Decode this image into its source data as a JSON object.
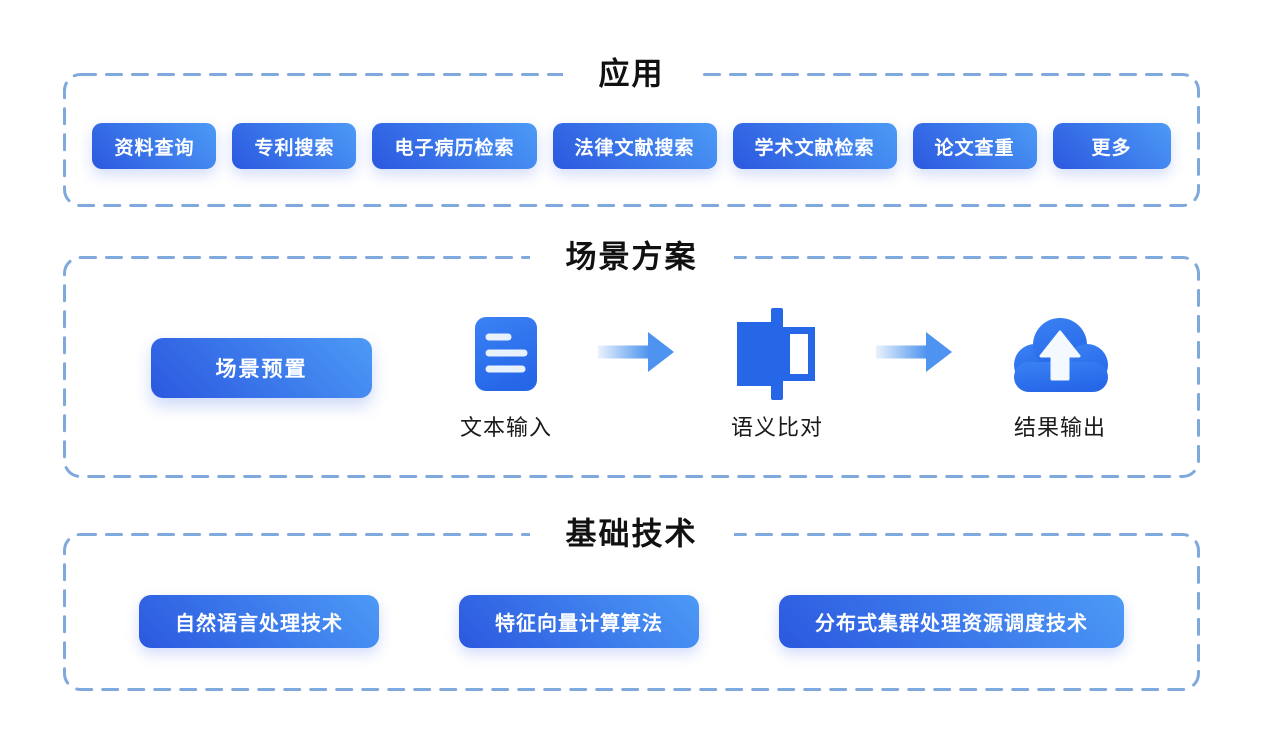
{
  "theme": {
    "dash_border": "#7FA8DC",
    "btn_grad_light": "#4C9AF6",
    "btn_grad_dark": "#2B58DF",
    "btn_text": "#FFFFFF",
    "title_color": "#111111",
    "label_color": "#1A1A1A",
    "icon_blue": "#2667E8",
    "icon_blue_2": "#3B82F4",
    "arrow_blue": "#4D93EF",
    "arrow_fade": "#EAF2FC",
    "bg": "#FFFFFF"
  },
  "sections": [
    {
      "id": "application",
      "title": "应用",
      "buttons": [
        "资料查询",
        "专利搜索",
        "电子病历检索",
        "法律文献搜索",
        "学术文献检索",
        "论文查重",
        "更多"
      ]
    },
    {
      "id": "scenario",
      "title": "场景方案",
      "preset_button": "场景预置",
      "flow": [
        {
          "icon": "document-lines-icon",
          "label": "文本输入"
        },
        {
          "icon": "compare-icon",
          "label": "语义比对"
        },
        {
          "icon": "cloud-upload-icon",
          "label": "结果输出"
        }
      ]
    },
    {
      "id": "technology",
      "title": "基础技术",
      "buttons": [
        "自然语言处理技术",
        "特征向量计算算法",
        "分布式集群处理资源调度技术"
      ]
    }
  ]
}
